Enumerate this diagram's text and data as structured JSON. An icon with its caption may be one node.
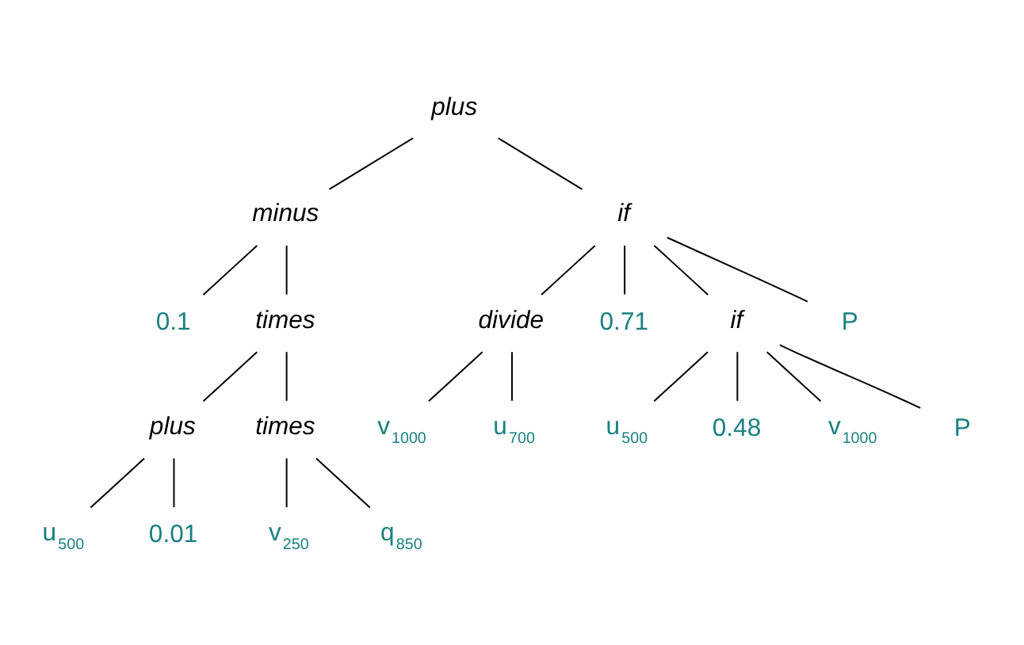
{
  "diagram": {
    "nodes": [
      {
        "text": [
          "plus"
        ]
      },
      {
        "text": [
          "minus"
        ]
      },
      {
        "text": [
          "if"
        ]
      },
      {
        "text": [
          "0.1"
        ]
      },
      {
        "text": [
          "times"
        ]
      },
      {
        "text": [
          "divide"
        ]
      },
      {
        "text": [
          "0.71"
        ]
      },
      {
        "text": [
          "if"
        ]
      },
      {
        "text": [
          "P"
        ]
      },
      {
        "text": [
          "plus"
        ]
      },
      {
        "text": [
          "times"
        ]
      },
      {
        "text": [
          "v$_{1000}$"
        ]
      },
      {
        "text": [
          "u$_{700}$"
        ]
      },
      {
        "text": [
          "u$_{500}$"
        ]
      },
      {
        "text": [
          "0.48"
        ]
      },
      {
        "text": [
          "v$_{1000}$"
        ]
      },
      {
        "text": [
          "P"
        ]
      },
      {
        "text": [
          "u$_{500}$"
        ]
      },
      {
        "text": [
          "0.01"
        ]
      },
      {
        "text": [
          "v$_{250}$"
        ]
      },
      {
        "text": [
          "q$_{850}$"
        ]
      }
    ],
    "edges": [
      {
        "from": 0,
        "to": 1,
        "arrow": "none"
      },
      {
        "from": 0,
        "to": 2,
        "arrow": "none"
      },
      {
        "from": 1,
        "to": 3,
        "arrow": "none"
      },
      {
        "from": 1,
        "to": 4,
        "arrow": "none"
      },
      {
        "from": 4,
        "to": 9,
        "arrow": "none"
      },
      {
        "from": 4,
        "to": 10,
        "arrow": "none"
      },
      {
        "from": 9,
        "to": 17,
        "arrow": "none"
      },
      {
        "from": 9,
        "to": 18,
        "arrow": "none"
      },
      {
        "from": 10,
        "to": 19,
        "arrow": "none"
      },
      {
        "from": 10,
        "to": 20,
        "arrow": "none"
      },
      {
        "from": 2,
        "to": 5,
        "arrow": "none"
      },
      {
        "from": 2,
        "to": 6,
        "arrow": "none"
      },
      {
        "from": 2,
        "to": 7,
        "arrow": "none"
      },
      {
        "from": 2,
        "to": 8,
        "arrow": "none"
      },
      {
        "from": 5,
        "to": 11,
        "arrow": "none"
      },
      {
        "from": 5,
        "to": 12,
        "arrow": "none"
      },
      {
        "from": 7,
        "to": 13,
        "arrow": "none"
      },
      {
        "from": 7,
        "to": 14,
        "arrow": "none"
      },
      {
        "from": 7,
        "to": 15,
        "arrow": "none"
      },
      {
        "from": 7,
        "to": 16,
        "arrow": "none"
      }
    ]
  }
}
